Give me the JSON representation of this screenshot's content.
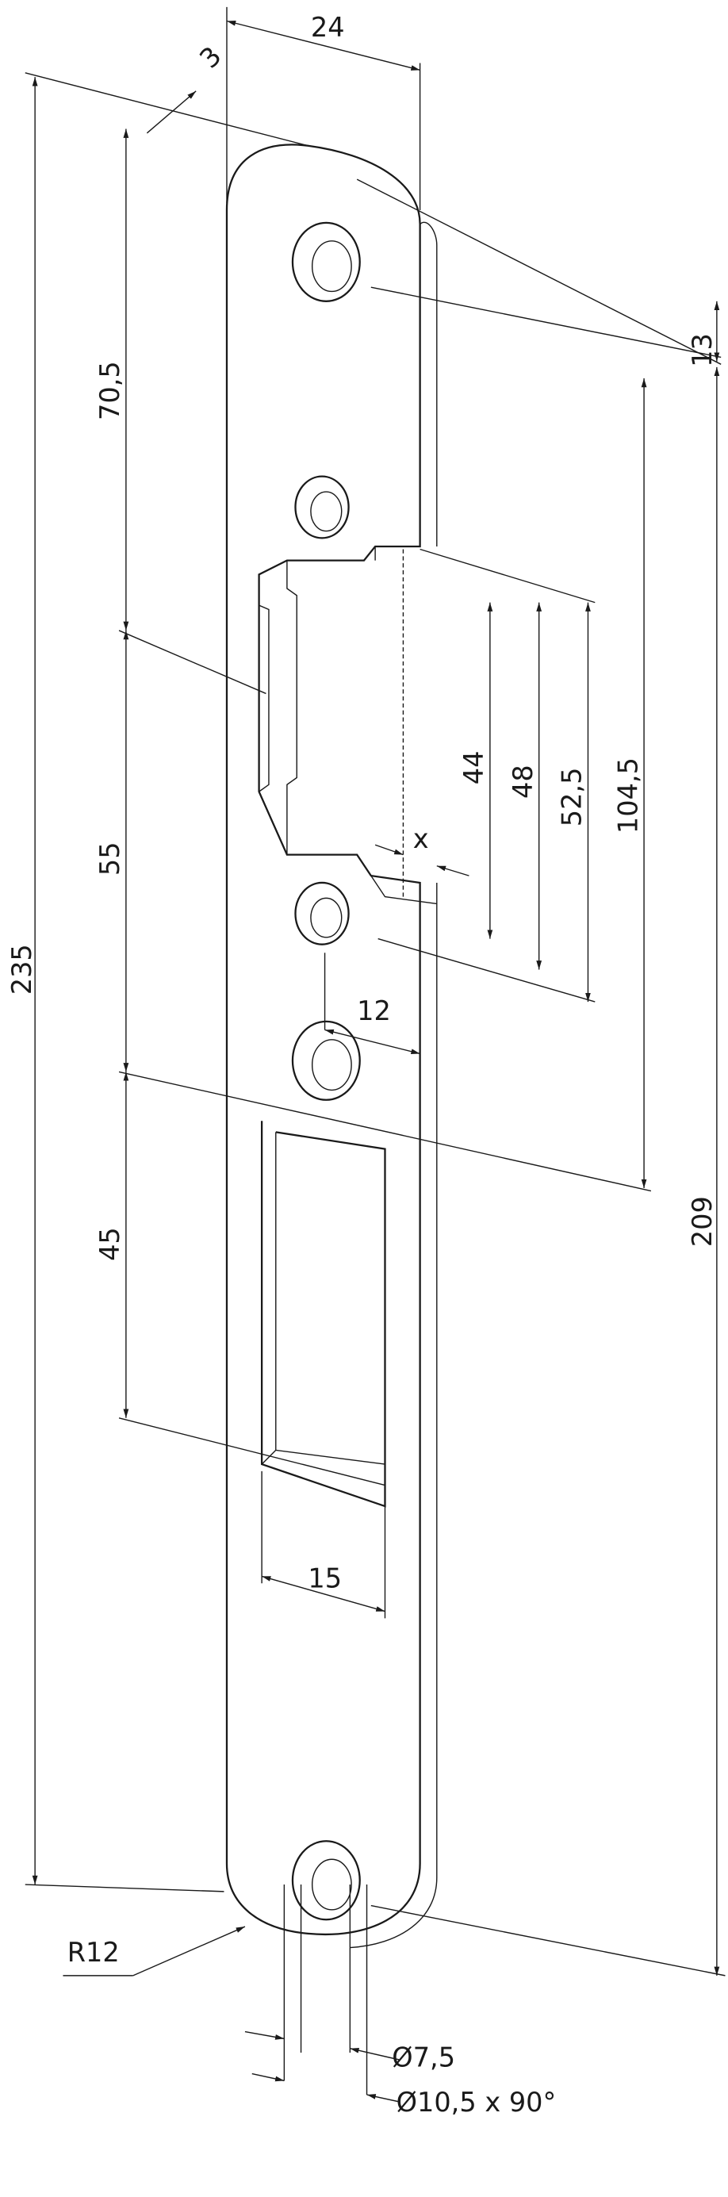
{
  "drawing": {
    "title": "Strike plate dimension drawing",
    "dimensions": {
      "width_top": "24",
      "thickness": "3",
      "top_to_latch": "70,5",
      "latch_to_slot": "55",
      "slot_length": "45",
      "slot_width": "15",
      "total_length": "235",
      "top_hole_offset": "13",
      "hole_spacing": "209",
      "hole_to_hole_mid": "104,5",
      "latch_525": "52,5",
      "latch_48": "48",
      "latch_44": "44",
      "offset_x": "x",
      "hole_offset_12": "12",
      "radius": "R12",
      "hole_diameter": "Ø7,5",
      "countersink": "Ø10,5 x 90°"
    }
  }
}
